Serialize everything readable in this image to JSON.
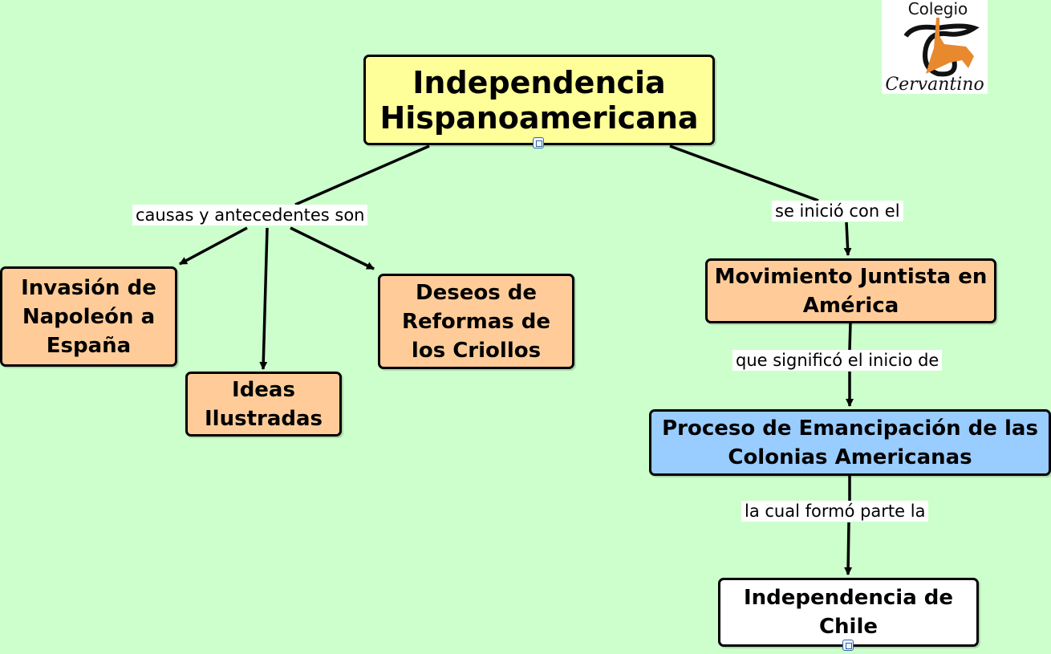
{
  "logo": {
    "top_text": "Colegio",
    "bottom_text": "Cervantino"
  },
  "nodes": {
    "main": "Independencia Hispanoamericana",
    "invasion": "Invasión de Napoleón a España",
    "ideas": "Ideas Ilustradas",
    "deseos": "Deseos de Reformas de los Criollos",
    "movimiento": "Movimiento Juntista en América",
    "proceso": "Proceso de Emancipación de las Colonias Americanas",
    "chile": "Independencia de Chile"
  },
  "links": {
    "causas": "causas y antecedentes son",
    "inicio": "se inició con el",
    "significo": "que significó el inicio de",
    "formo": "la cual formó parte la"
  },
  "colors": {
    "background": "#ccffcc",
    "main": "#ffff99",
    "concept": "#ffcc99",
    "highlight": "#99ccff",
    "final": "#ffffff"
  }
}
